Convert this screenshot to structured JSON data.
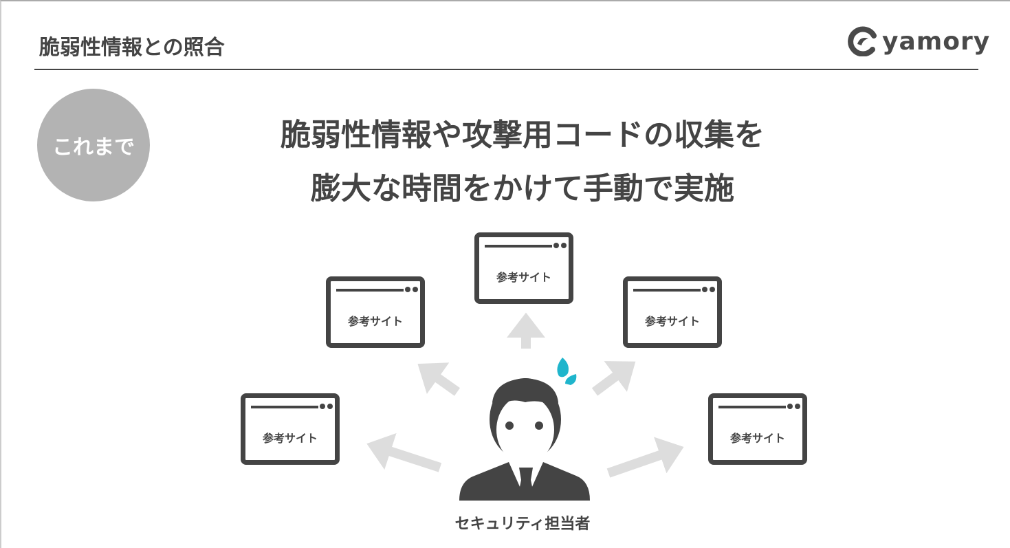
{
  "header": {
    "title": "脆弱性情報との照合",
    "logo_text": "yamory"
  },
  "badge": {
    "label": "これまで"
  },
  "headline": {
    "line1": "脆弱性情報や攻撃用コードの収集を",
    "line2": "膨大な時間をかけて手動で実施"
  },
  "sites": [
    {
      "label": "参考サイト"
    },
    {
      "label": "参考サイト"
    },
    {
      "label": "参考サイト"
    },
    {
      "label": "参考サイト"
    },
    {
      "label": "参考サイト"
    }
  ],
  "person": {
    "label": "セキュリティ担当者"
  },
  "colors": {
    "text": "#444444",
    "badge": "#b3b3b3",
    "arrow": "#dddddd",
    "sweat": "#1fb5cc"
  }
}
